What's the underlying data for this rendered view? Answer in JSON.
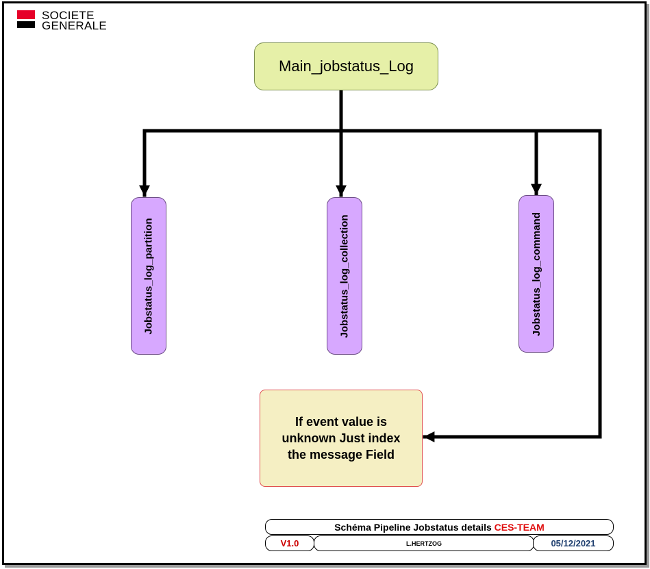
{
  "logo": {
    "line1": "SOCIETE",
    "line2": "GENERALE",
    "colors": {
      "red": "#e60028",
      "black": "#000000"
    }
  },
  "diagram": {
    "main_node": "Main_jobstatus_Log",
    "children": [
      "Jobstatus_log_partition",
      "Jobstatus_log_collection",
      "Jobstatus_log_command"
    ],
    "fallback_note": "If event value is unknown Just index the message Field",
    "colors": {
      "main_fill": "#e6f0a8",
      "child_fill": "#d7a8ff",
      "note_fill": "#f5efc3",
      "note_border": "#e05050"
    }
  },
  "footer": {
    "title": "Schéma Pipeline Jobstatus details",
    "team": "CES-TEAM",
    "version": "V1.0",
    "author": "L.HERTZOG",
    "date": "05/12/2021"
  }
}
